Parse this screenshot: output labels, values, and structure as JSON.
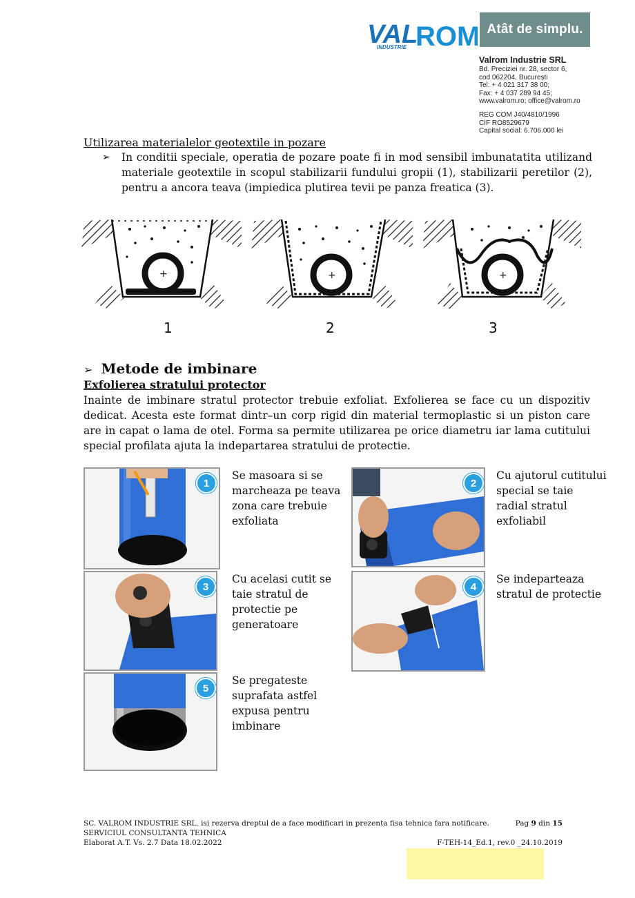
{
  "header": {
    "logo_text_left": "VAL",
    "logo_text_right": "ROM",
    "logo_sub": "INDUSTRIE",
    "slogan": "Atât de simplu.",
    "company_name": "Valrom Industrie SRL",
    "address_lines": [
      "Bd. Preciziei nr. 28, sector 6,",
      "cod 062204, București",
      "Tel:  + 4 021 317 38 00;",
      "Fax: + 4 037 289 94 45;",
      "www.valrom.ro;  office@valrom.ro"
    ],
    "registry_lines": [
      "REG COM J40/4810/1996",
      "CIF RO8529679",
      "Capital social: 6.706.000 lei"
    ]
  },
  "geotextile": {
    "title": "Utilizarea materialelor geotextile in pozare",
    "bullet": "In conditii speciale, operatia de pozare poate fi in mod sensibil imbunatatita utilizand materiale geotextile in scopul stabilizarii fundului gropii (1), stabilizarii peretilor (2), pentru a ancora teava (impiedica plutirea tevii pe panza freatica (3).",
    "figure_labels": [
      "1",
      "2",
      "3"
    ]
  },
  "methods": {
    "title": "Metode de imbinare",
    "subtitle": "Exfolierea stratului protector",
    "body": "Inainte de imbinare stratul protector trebuie exfoliat. Exfolierea se face cu un dispozitiv dedicat. Acesta este format dintr–un corp rigid din material termoplastic si un piston care are in capat o lama de otel. Forma sa permite utilizarea pe orice diametru iar lama cutitului special profilata ajuta la indepartarea stratului de protectie."
  },
  "steps": [
    {
      "num": "1",
      "text": "Se masoara si se marcheaza pe teava zona care trebuie exfoliata"
    },
    {
      "num": "2",
      "text": "Cu ajutorul cutitului special se taie radial stratul exfoliabil"
    },
    {
      "num": "3",
      "text": "Cu acelasi cutit se taie stratul de protectie pe generatoare"
    },
    {
      "num": "4",
      "text": "Se indeparteaza stratul de protectie"
    },
    {
      "num": "5",
      "text": "Se pregateste suprafata astfel expusa pentru imbinare"
    }
  ],
  "footer": {
    "line1": "SC. VALROM INDUSTRIE SRL. isi rezerva dreptul de a face modificari in prezenta fisa tehnica fara notificare.",
    "page_prefix": "Pag ",
    "page_num": "9",
    "page_mid": " din ",
    "page_total": "15",
    "line2": "SERVICIUL CONSULTANTA TEHNICA",
    "line3": "Elaborat A.T. Vs. 2.7  Data 18.02.2022",
    "code": "F-TEH-14_Ed.1, rev.0 _24.10.2019"
  },
  "colors": {
    "logo_blue": "#1a73b8",
    "slogan_bg": "#6f8d8b",
    "badge_blue": "#2aa0e0",
    "pipe_blue": "#2f6fd6",
    "highlight": "#fdf7a6"
  }
}
